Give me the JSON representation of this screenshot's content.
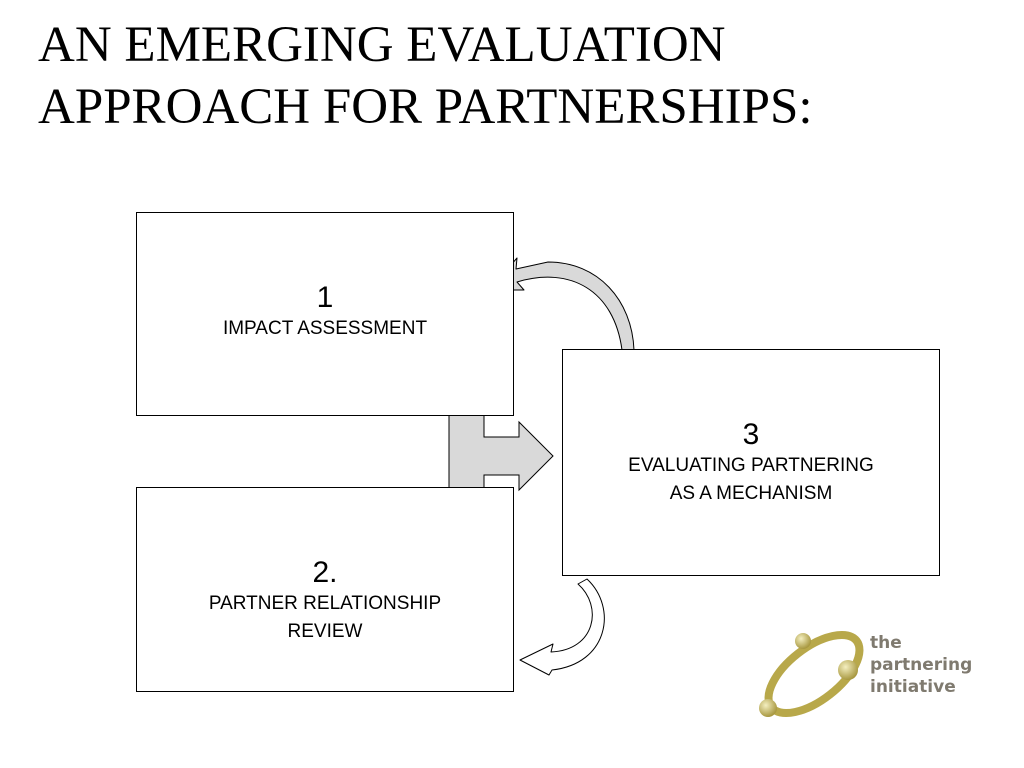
{
  "title": {
    "line1": "AN EMERGING EVALUATION",
    "line2": "APPROACH FOR PARTNERSHIPS:"
  },
  "boxes": {
    "impact": {
      "number": "1",
      "label": "IMPACT  ASSESSMENT"
    },
    "evaluating": {
      "number": "3",
      "label_line1": "EVALUATING PARTNERING",
      "label_line2": "AS A  MECHANISM"
    },
    "partner": {
      "number": "2.",
      "label_line1": "PARTNER RELATIONSHIP",
      "label_line2": "REVIEW"
    }
  },
  "logo": {
    "line1": "the",
    "line2": "partnering",
    "line3": "initiative"
  },
  "colors": {
    "arrow_fill": "#d9d9d9",
    "logo_gold": "#b8a84a",
    "logo_text": "#7f7a6f"
  },
  "icons": {
    "logo_mark": "orbit-ring-with-three-beads-icon"
  }
}
